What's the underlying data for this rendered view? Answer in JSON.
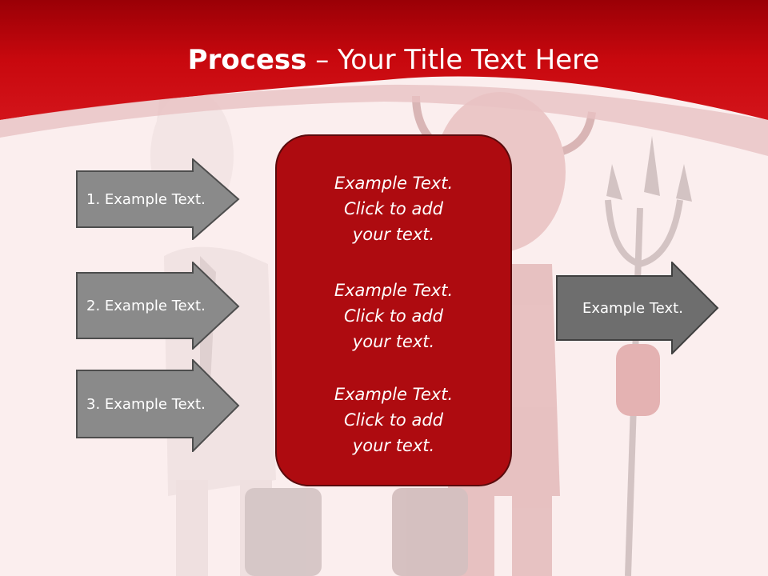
{
  "slide": {
    "title_bold": "Process",
    "title_dash": " – ",
    "title_rest": "Your Title Text Here",
    "left_arrows": [
      "1. Example Text.",
      "2. Example Text.",
      "3. Example Text."
    ],
    "center_blocks": [
      [
        "Example Text.",
        "Click  to add",
        "your text."
      ],
      [
        "Example Text.",
        "Click  to add",
        "your text."
      ],
      [
        "Example Text.",
        "Click  to add",
        "your text."
      ]
    ],
    "right_arrow": "Example Text.",
    "colors": {
      "header_red": "#c7070d",
      "center_box_red": "#ae0b10",
      "arrow_gray": "#8a8a8a",
      "right_arrow_gray": "#6e6e6e"
    }
  }
}
